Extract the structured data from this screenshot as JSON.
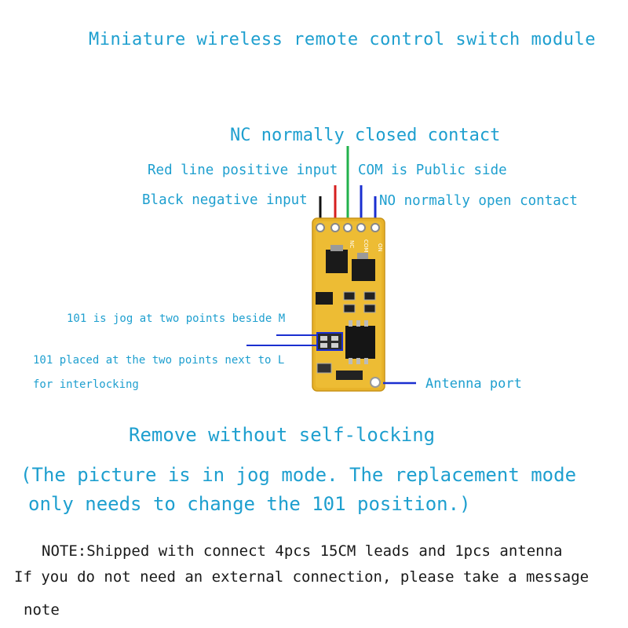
{
  "title": "Miniature wireless remote control switch module",
  "labels": {
    "nc": "NC normally closed contact",
    "red_line": "Red line positive input",
    "com": "COM is Public side",
    "black": "Black negative input",
    "no": "NO normally open contact",
    "jog": "101 is jog at two points beside M",
    "placed": "101 placed at the two points next to L",
    "interlocking": "for interlocking",
    "antenna": "Antenna port"
  },
  "remove_text": "Remove without self-locking",
  "picture_note": {
    "line1": "(The picture is in jog mode. The replacement mode",
    "line2": "only needs to change the 101 position.)"
  },
  "shipping_note": {
    "line1": "NOTE:Shipped with connect 4pcs 15CM leads and 1pcs antenna",
    "line2": "If you do not need an external connection, please take a message",
    "line3": "note"
  },
  "board_silkscreen": {
    "no_pin": "ON",
    "com_pin": "COM",
    "nc_pin": "NC"
  },
  "colors": {
    "label_text": "#1e9fcf",
    "note_text": "#1a1a1a",
    "board_yellow": "#e8b32a",
    "wire_black": "#111111",
    "wire_red": "#d61f1f",
    "wire_green": "#22b14c",
    "wire_blue": "#1a2fd0"
  }
}
